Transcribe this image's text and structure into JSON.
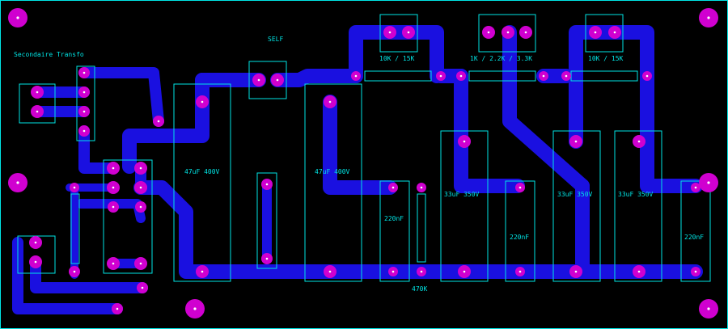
{
  "board": {
    "title": "",
    "colors": {
      "background": "#000000",
      "track": "#1a10e0",
      "pad": "#d000d0",
      "silkscreen": "#00e5e5",
      "drill": "#ffffff"
    },
    "labels": {
      "transformer": "Secondaire Transfo",
      "self": "SELF",
      "r_top1": "10K / 15K",
      "r_top2": "1K / 2.2K / 3.3K",
      "r_top3": "10K / 15K",
      "c1": "47uF 400V",
      "c2": "47uF 400V",
      "c3": "33uF 350V",
      "c4": "33uF 350V",
      "c5": "33uF 350V",
      "f1": "220nF",
      "f2": "220nF",
      "f3": "220nF",
      "r_bleed": "470K"
    }
  }
}
